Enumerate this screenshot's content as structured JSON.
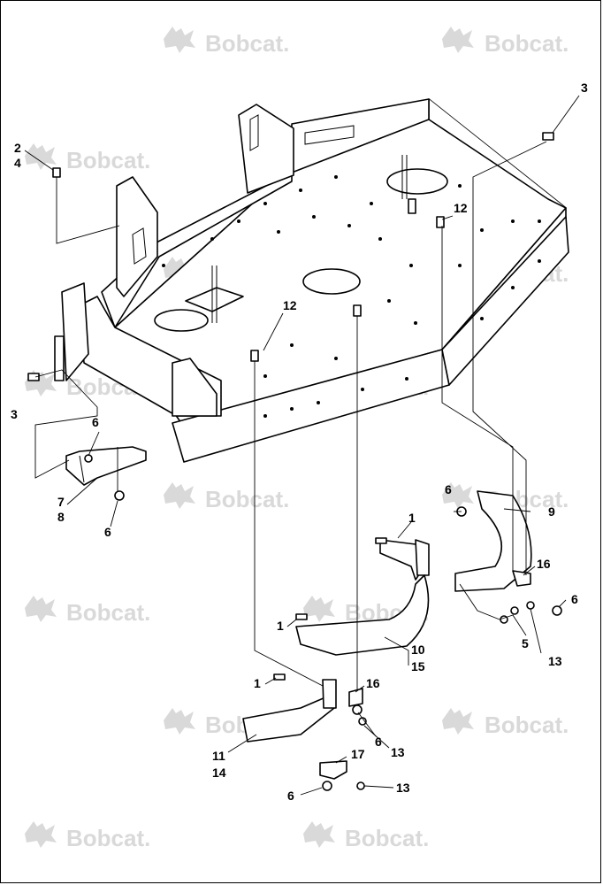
{
  "watermark": {
    "text": "Bobcat.",
    "icon": "bobcat-logo-icon"
  },
  "callouts": {
    "c2": "2",
    "c4": "4",
    "c3a": "3",
    "c3b": "3",
    "c12a": "12",
    "c12b": "12",
    "c6a": "6",
    "c6b": "6",
    "c6c": "6",
    "c6d": "6",
    "c6e": "6",
    "c6f": "6",
    "c7": "7",
    "c8": "8",
    "c1a": "1",
    "c1b": "1",
    "c1c": "1",
    "c9": "9",
    "c16a": "16",
    "c16b": "16",
    "c17": "17",
    "c5": "5",
    "c13a": "13",
    "c13b": "13",
    "c13c": "13",
    "c10": "10",
    "c15": "15",
    "c11": "11",
    "c14": "14"
  }
}
